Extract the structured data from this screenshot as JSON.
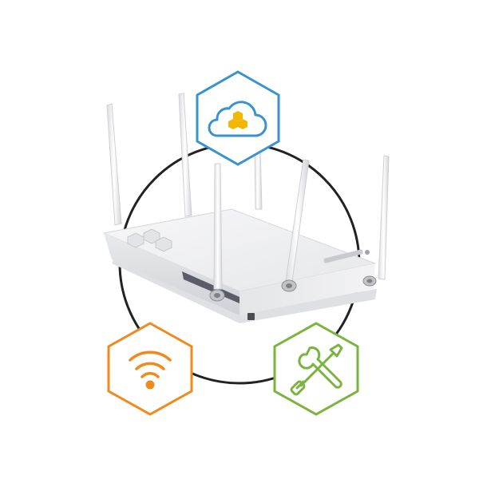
{
  "scene": {
    "subject": "wireless-access-point",
    "antenna_count": 6,
    "colors": {
      "background": "#ffffff",
      "ring": "#222222",
      "device_body": "#f2f2f3",
      "device_shadow": "#d9dadd",
      "cloud_badge": "#3a93cf",
      "cloud_accent": "#f2b705",
      "wifi_badge": "#f08a1c",
      "tools_badge": "#7bb33f"
    }
  },
  "badges": [
    {
      "id": "cloud",
      "icon": "cloud-icon"
    },
    {
      "id": "wifi",
      "icon": "wifi-icon"
    },
    {
      "id": "tools",
      "icon": "wrench-screwdriver-icon"
    }
  ]
}
